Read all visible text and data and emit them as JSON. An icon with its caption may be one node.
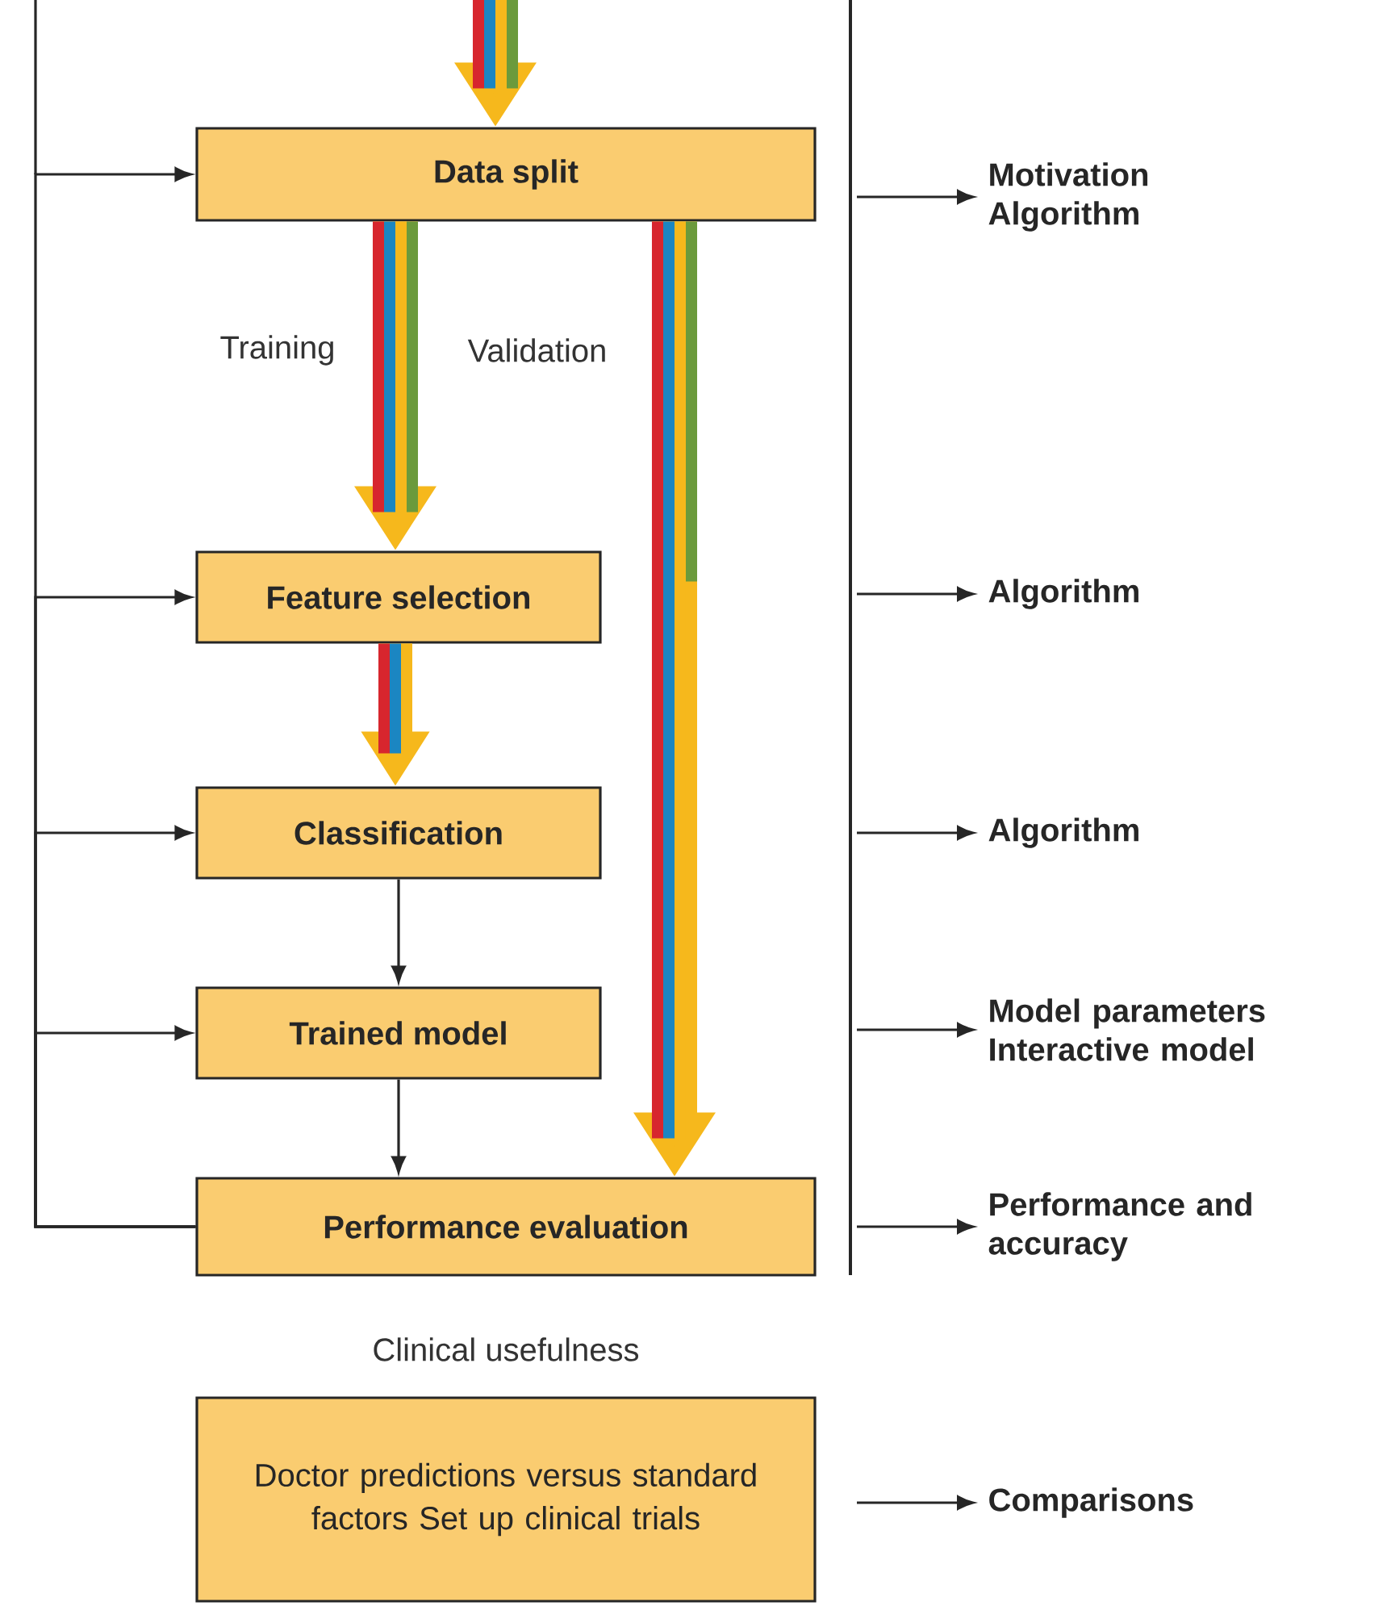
{
  "diagram": {
    "nodes": [
      {
        "text": [
          "Data split"
        ]
      },
      {
        "text": [
          "Feature selection"
        ]
      },
      {
        "text": [
          "Classification"
        ]
      },
      {
        "text": [
          "Trained model"
        ]
      },
      {
        "text": [
          "Performance evaluation"
        ]
      },
      {
        "text": [
          "Clinical usefulness",
          "Doctor predictions versus standard factors Set up clinical trials"
        ]
      },
      {
        "text": [
          "Motivation Algorithm"
        ]
      },
      {
        "text": [
          "Algorithm"
        ]
      },
      {
        "text": [
          "Algorithm"
        ]
      },
      {
        "text": [
          "Model parameters Interactive model"
        ]
      },
      {
        "text": [
          "Performance and accuracy"
        ]
      },
      {
        "text": [
          "Comparisons"
        ]
      }
    ],
    "edges": [
      {
        "from": null,
        "to": 0,
        "arrow": "to",
        "style": "thick",
        "color": "#d7262e"
      },
      {
        "from": 0,
        "to": 1,
        "arrow": "to",
        "style": "thick",
        "color": "#d7262e",
        "label": "Training"
      },
      {
        "from": 0,
        "to": 4,
        "arrow": "to",
        "style": "thick",
        "color": "#d7262e",
        "label": "Validation"
      },
      {
        "from": 1,
        "to": 2,
        "arrow": "to",
        "style": "thick",
        "color": "#d7262e"
      },
      {
        "from": 2,
        "to": 3,
        "arrow": "to"
      },
      {
        "from": 3,
        "to": 4,
        "arrow": "to"
      },
      {
        "from": 4,
        "to": 0,
        "arrow": "to"
      },
      {
        "from": 4,
        "to": 1,
        "arrow": "to"
      },
      {
        "from": 4,
        "to": 2,
        "arrow": "to"
      },
      {
        "from": 4,
        "to": 3,
        "arrow": "to"
      },
      {
        "from": null,
        "to": 6,
        "arrow": "to"
      },
      {
        "from": null,
        "to": 7,
        "arrow": "to"
      },
      {
        "from": null,
        "to": 8,
        "arrow": "to"
      },
      {
        "from": null,
        "to": 9,
        "arrow": "to"
      },
      {
        "from": null,
        "to": 10,
        "arrow": "to"
      },
      {
        "from": null,
        "to": 11,
        "arrow": "to"
      }
    ]
  }
}
